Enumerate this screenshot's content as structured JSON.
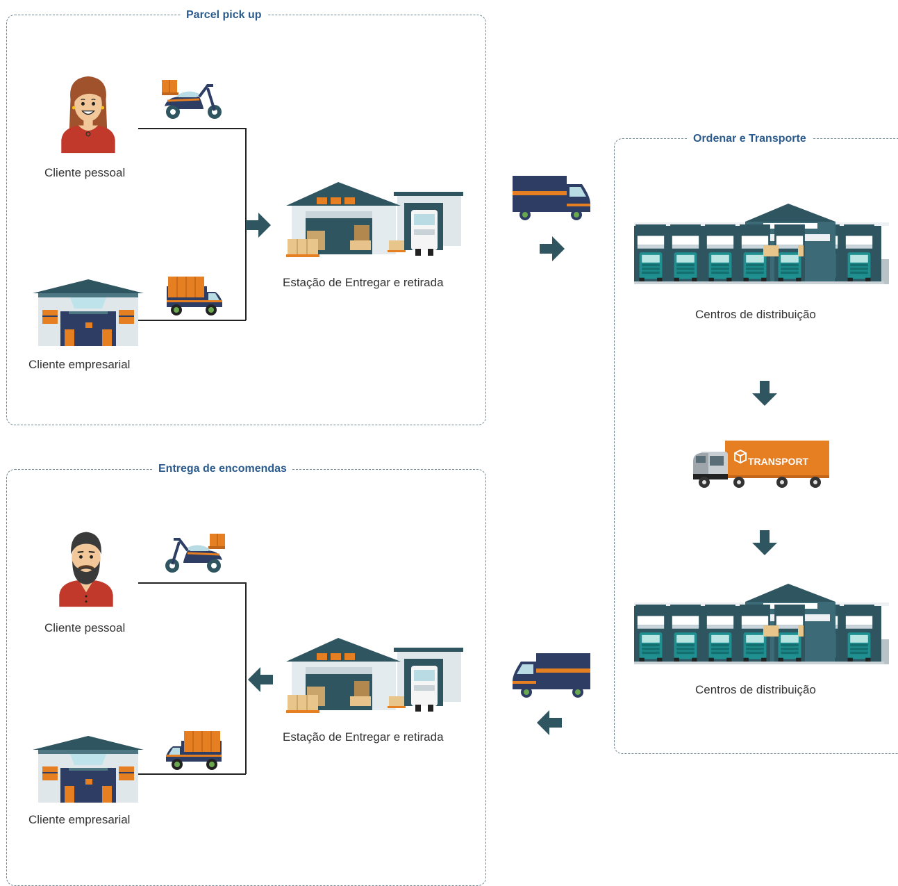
{
  "colors": {
    "primary": "#2f5560",
    "accent": "#e67e22",
    "navy": "#2d3d63",
    "title": "#2a5b8c"
  },
  "panels": {
    "pickup": {
      "title": "Parcel pick up"
    },
    "transport": {
      "title": "Ordenar e Transporte"
    },
    "delivery": {
      "title": "Entrega de encomendas"
    }
  },
  "pickup": {
    "personal_label": "Cliente pessoal",
    "business_label": "Cliente empresarial",
    "station_label": "Estação de Entregar e retirada"
  },
  "transport": {
    "center1_label": "Centros de distribuição",
    "truck_text": "TRANSPORT",
    "center2_label": "Centros de distribuição"
  },
  "delivery": {
    "personal_label": "Cliente pessoal",
    "business_label": "Cliente empresarial",
    "station_label": "Estação de Entregar e retirada"
  },
  "icons": {
    "woman": "woman-customer-icon",
    "man": "bearded-man-customer-icon",
    "scooter": "delivery-scooter-icon",
    "van": "delivery-van-icon",
    "building": "business-building-icon",
    "warehouse": "warehouse-station-icon",
    "box_truck": "box-truck-icon",
    "distribution": "distribution-center-icon",
    "semi_truck": "semi-truck-icon",
    "arrow": "arrow-icon"
  }
}
